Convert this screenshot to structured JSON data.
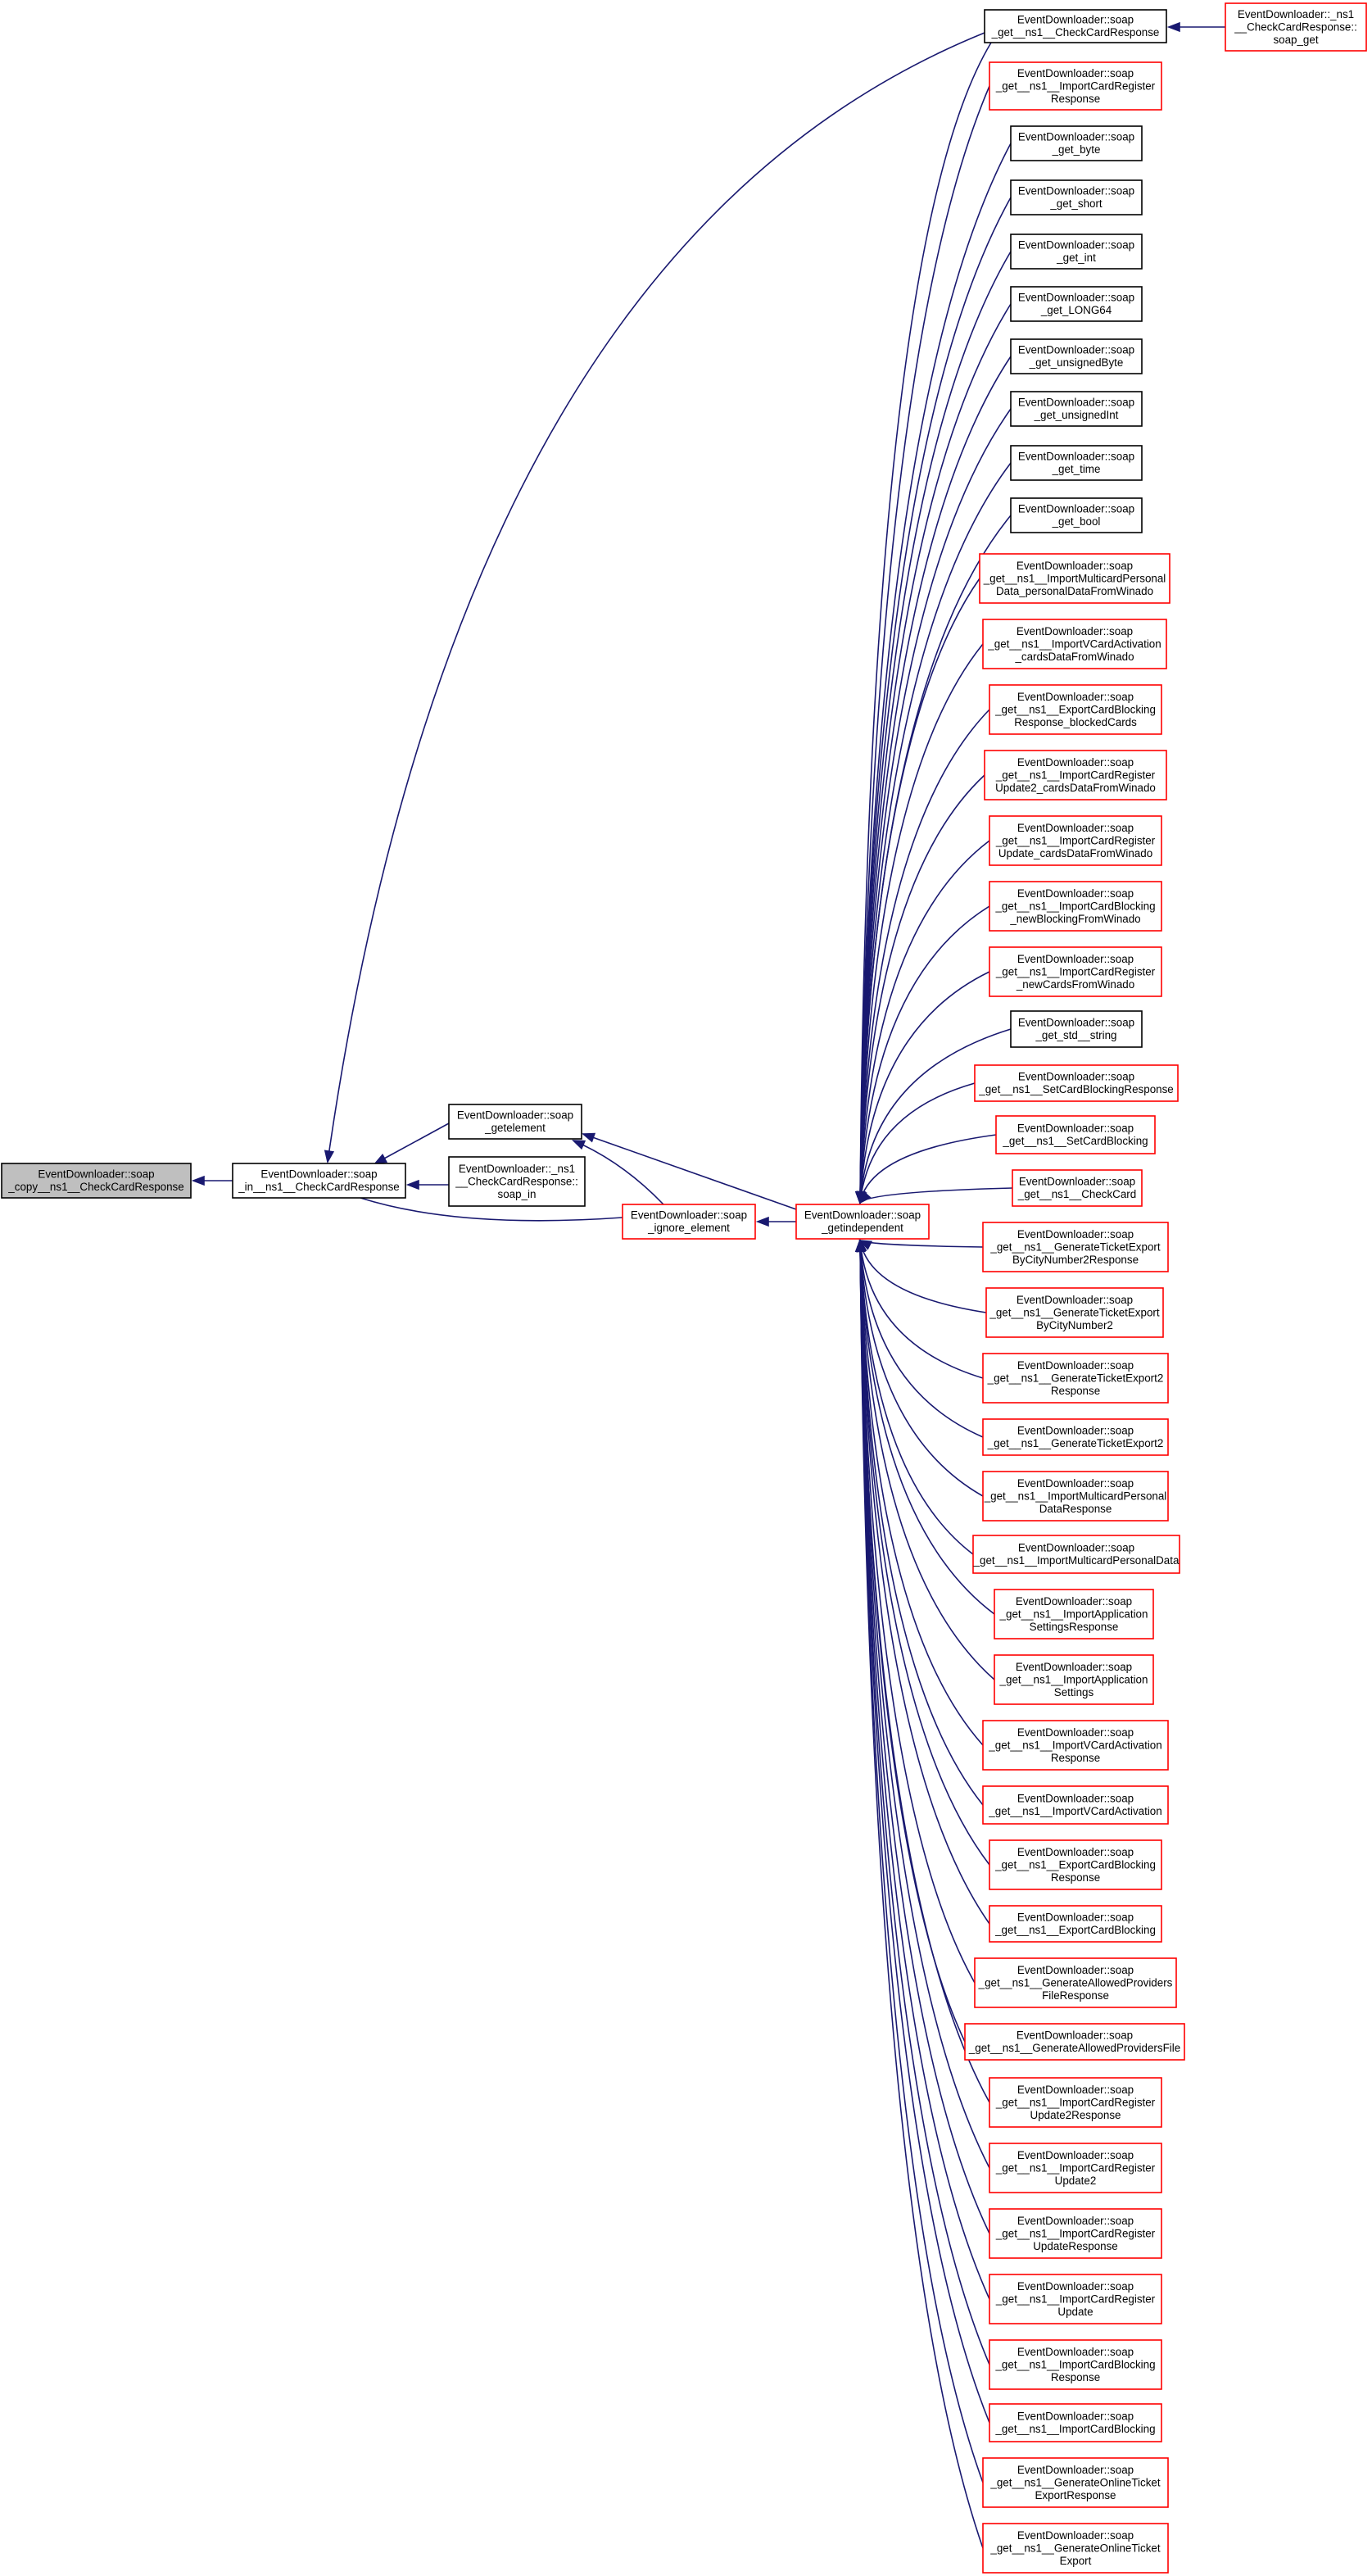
{
  "graph": {
    "colors": {
      "edge": "#191970",
      "border_plain": "#000000",
      "border_link": "#ff0000",
      "root_fill": "#bfbfbf",
      "node_fill": "#ffffff"
    },
    "nodes": [
      {
        "id": "root",
        "style": "root",
        "lines": [
          "EventDownloader::soap",
          "_copy__ns1__CheckCardResponse"
        ]
      },
      {
        "id": "soap_in_fn",
        "style": "plain",
        "lines": [
          "EventDownloader::soap",
          "_in__ns1__CheckCardResponse"
        ]
      },
      {
        "id": "getelement",
        "style": "plain",
        "lines": [
          "EventDownloader::soap",
          "_getelement"
        ]
      },
      {
        "id": "cls_soap_in",
        "style": "plain",
        "lines": [
          "EventDownloader::_ns1",
          "__CheckCardResponse::",
          "soap_in"
        ]
      },
      {
        "id": "ignore",
        "style": "link",
        "lines": [
          "EventDownloader::soap",
          "_ignore_element"
        ]
      },
      {
        "id": "getindep",
        "style": "link",
        "lines": [
          "EventDownloader::soap",
          "_getindependent"
        ]
      },
      {
        "id": "get_check_resp",
        "style": "plain",
        "lines": [
          "EventDownloader::soap",
          "_get__ns1__CheckCardResponse"
        ]
      },
      {
        "id": "cls_soap_get",
        "style": "link",
        "lines": [
          "EventDownloader::_ns1",
          "__CheckCardResponse::",
          "soap_get"
        ]
      },
      {
        "id": "r1",
        "style": "link",
        "lines": [
          "EventDownloader::soap",
          "_get__ns1__ImportCardRegister",
          "Response"
        ]
      },
      {
        "id": "r2",
        "style": "plain",
        "lines": [
          "EventDownloader::soap",
          "_get_byte"
        ]
      },
      {
        "id": "r3",
        "style": "plain",
        "lines": [
          "EventDownloader::soap",
          "_get_short"
        ]
      },
      {
        "id": "r4",
        "style": "plain",
        "lines": [
          "EventDownloader::soap",
          "_get_int"
        ]
      },
      {
        "id": "r5",
        "style": "plain",
        "lines": [
          "EventDownloader::soap",
          "_get_LONG64"
        ]
      },
      {
        "id": "r6",
        "style": "plain",
        "lines": [
          "EventDownloader::soap",
          "_get_unsignedByte"
        ]
      },
      {
        "id": "r7",
        "style": "plain",
        "lines": [
          "EventDownloader::soap",
          "_get_unsignedInt"
        ]
      },
      {
        "id": "r8",
        "style": "plain",
        "lines": [
          "EventDownloader::soap",
          "_get_time"
        ]
      },
      {
        "id": "r9",
        "style": "plain",
        "lines": [
          "EventDownloader::soap",
          "_get_bool"
        ]
      },
      {
        "id": "r10",
        "style": "link",
        "lines": [
          "EventDownloader::soap",
          "_get__ns1__ImportMulticardPersonal",
          "Data_personalDataFromWinado"
        ]
      },
      {
        "id": "r11",
        "style": "link",
        "lines": [
          "EventDownloader::soap",
          "_get__ns1__ImportVCardActivation",
          "_cardsDataFromWinado"
        ]
      },
      {
        "id": "r12",
        "style": "link",
        "lines": [
          "EventDownloader::soap",
          "_get__ns1__ExportCardBlocking",
          "Response_blockedCards"
        ]
      },
      {
        "id": "r13",
        "style": "link",
        "lines": [
          "EventDownloader::soap",
          "_get__ns1__ImportCardRegister",
          "Update2_cardsDataFromWinado"
        ]
      },
      {
        "id": "r14",
        "style": "link",
        "lines": [
          "EventDownloader::soap",
          "_get__ns1__ImportCardRegister",
          "Update_cardsDataFromWinado"
        ]
      },
      {
        "id": "r15",
        "style": "link",
        "lines": [
          "EventDownloader::soap",
          "_get__ns1__ImportCardBlocking",
          "_newBlockingFromWinado"
        ]
      },
      {
        "id": "r16",
        "style": "link",
        "lines": [
          "EventDownloader::soap",
          "_get__ns1__ImportCardRegister",
          "_newCardsFromWinado"
        ]
      },
      {
        "id": "r17",
        "style": "plain",
        "lines": [
          "EventDownloader::soap",
          "_get_std__string"
        ]
      },
      {
        "id": "r18",
        "style": "link",
        "lines": [
          "EventDownloader::soap",
          "_get__ns1__SetCardBlockingResponse"
        ]
      },
      {
        "id": "r19",
        "style": "link",
        "lines": [
          "EventDownloader::soap",
          "_get__ns1__SetCardBlocking"
        ]
      },
      {
        "id": "r20",
        "style": "link",
        "lines": [
          "EventDownloader::soap",
          "_get__ns1__CheckCard"
        ]
      },
      {
        "id": "r21",
        "style": "link",
        "lines": [
          "EventDownloader::soap",
          "_get__ns1__GenerateTicketExport",
          "ByCityNumber2Response"
        ]
      },
      {
        "id": "r22",
        "style": "link",
        "lines": [
          "EventDownloader::soap",
          "_get__ns1__GenerateTicketExport",
          "ByCityNumber2"
        ]
      },
      {
        "id": "r23",
        "style": "link",
        "lines": [
          "EventDownloader::soap",
          "_get__ns1__GenerateTicketExport2",
          "Response"
        ]
      },
      {
        "id": "r24",
        "style": "link",
        "lines": [
          "EventDownloader::soap",
          "_get__ns1__GenerateTicketExport2"
        ]
      },
      {
        "id": "r25",
        "style": "link",
        "lines": [
          "EventDownloader::soap",
          "_get__ns1__ImportMulticardPersonal",
          "DataResponse"
        ]
      },
      {
        "id": "r26",
        "style": "link",
        "lines": [
          "EventDownloader::soap",
          "_get__ns1__ImportMulticardPersonalData"
        ]
      },
      {
        "id": "r27",
        "style": "link",
        "lines": [
          "EventDownloader::soap",
          "_get__ns1__ImportApplication",
          "SettingsResponse"
        ]
      },
      {
        "id": "r28",
        "style": "link",
        "lines": [
          "EventDownloader::soap",
          "_get__ns1__ImportApplication",
          "Settings"
        ]
      },
      {
        "id": "r29",
        "style": "link",
        "lines": [
          "EventDownloader::soap",
          "_get__ns1__ImportVCardActivation",
          "Response"
        ]
      },
      {
        "id": "r30",
        "style": "link",
        "lines": [
          "EventDownloader::soap",
          "_get__ns1__ImportVCardActivation"
        ]
      },
      {
        "id": "r31",
        "style": "link",
        "lines": [
          "EventDownloader::soap",
          "_get__ns1__ExportCardBlocking",
          "Response"
        ]
      },
      {
        "id": "r32",
        "style": "link",
        "lines": [
          "EventDownloader::soap",
          "_get__ns1__ExportCardBlocking"
        ]
      },
      {
        "id": "r33",
        "style": "link",
        "lines": [
          "EventDownloader::soap",
          "_get__ns1__GenerateAllowedProviders",
          "FileResponse"
        ]
      },
      {
        "id": "r34",
        "style": "link",
        "lines": [
          "EventDownloader::soap",
          "_get__ns1__GenerateAllowedProvidersFile"
        ]
      },
      {
        "id": "r35",
        "style": "link",
        "lines": [
          "EventDownloader::soap",
          "_get__ns1__ImportCardRegister",
          "Update2Response"
        ]
      },
      {
        "id": "r36",
        "style": "link",
        "lines": [
          "EventDownloader::soap",
          "_get__ns1__ImportCardRegister",
          "Update2"
        ]
      },
      {
        "id": "r37",
        "style": "link",
        "lines": [
          "EventDownloader::soap",
          "_get__ns1__ImportCardRegister",
          "UpdateResponse"
        ]
      },
      {
        "id": "r38",
        "style": "link",
        "lines": [
          "EventDownloader::soap",
          "_get__ns1__ImportCardRegister",
          "Update"
        ]
      },
      {
        "id": "r39",
        "style": "link",
        "lines": [
          "EventDownloader::soap",
          "_get__ns1__ImportCardBlocking",
          "Response"
        ]
      },
      {
        "id": "r40",
        "style": "link",
        "lines": [
          "EventDownloader::soap",
          "_get__ns1__ImportCardBlocking"
        ]
      },
      {
        "id": "r41",
        "style": "link",
        "lines": [
          "EventDownloader::soap",
          "_get__ns1__GenerateOnlineTicket",
          "ExportResponse"
        ]
      },
      {
        "id": "r42",
        "style": "link",
        "lines": [
          "EventDownloader::soap",
          "_get__ns1__GenerateOnlineTicket",
          "Export"
        ]
      }
    ],
    "edges": [
      {
        "from": "soap_in_fn",
        "to": "root"
      },
      {
        "from": "getelement",
        "to": "soap_in_fn"
      },
      {
        "from": "cls_soap_in",
        "to": "soap_in_fn"
      },
      {
        "from": "ignore",
        "to": "getelement"
      },
      {
        "from": "getindep",
        "to": "getelement"
      },
      {
        "from": "getindep",
        "to": "ignore"
      },
      {
        "from": "get_check_resp",
        "to": "soap_in_fn"
      },
      {
        "from": "cls_soap_get",
        "to": "get_check_resp"
      },
      {
        "from": "get_check_resp",
        "to": "getindep"
      },
      {
        "from": "r1",
        "to": "getindep"
      },
      {
        "from": "r2",
        "to": "getindep"
      },
      {
        "from": "r3",
        "to": "getindep"
      },
      {
        "from": "r4",
        "to": "getindep"
      },
      {
        "from": "r5",
        "to": "getindep"
      },
      {
        "from": "r6",
        "to": "getindep"
      },
      {
        "from": "r7",
        "to": "getindep"
      },
      {
        "from": "r8",
        "to": "getindep"
      },
      {
        "from": "r9",
        "to": "getindep"
      },
      {
        "from": "r10",
        "to": "getindep"
      },
      {
        "from": "r11",
        "to": "getindep"
      },
      {
        "from": "r12",
        "to": "getindep"
      },
      {
        "from": "r13",
        "to": "getindep"
      },
      {
        "from": "r14",
        "to": "getindep"
      },
      {
        "from": "r15",
        "to": "getindep"
      },
      {
        "from": "r16",
        "to": "getindep"
      },
      {
        "from": "r17",
        "to": "getindep"
      },
      {
        "from": "r18",
        "to": "getindep"
      },
      {
        "from": "r19",
        "to": "getindep"
      },
      {
        "from": "r20",
        "to": "getindep"
      },
      {
        "from": "r21",
        "to": "getindep"
      },
      {
        "from": "r22",
        "to": "getindep"
      },
      {
        "from": "r23",
        "to": "getindep"
      },
      {
        "from": "r24",
        "to": "getindep"
      },
      {
        "from": "r25",
        "to": "getindep"
      },
      {
        "from": "r26",
        "to": "getindep"
      },
      {
        "from": "r27",
        "to": "getindep"
      },
      {
        "from": "r28",
        "to": "getindep"
      },
      {
        "from": "r29",
        "to": "getindep"
      },
      {
        "from": "r30",
        "to": "getindep"
      },
      {
        "from": "r31",
        "to": "getindep"
      },
      {
        "from": "r32",
        "to": "getindep"
      },
      {
        "from": "r33",
        "to": "getindep"
      },
      {
        "from": "r34",
        "to": "getindep"
      },
      {
        "from": "r35",
        "to": "getindep"
      },
      {
        "from": "r36",
        "to": "getindep"
      },
      {
        "from": "r37",
        "to": "getindep"
      },
      {
        "from": "r38",
        "to": "getindep"
      },
      {
        "from": "r39",
        "to": "getindep"
      },
      {
        "from": "r40",
        "to": "getindep"
      },
      {
        "from": "r41",
        "to": "getindep"
      },
      {
        "from": "r42",
        "to": "getindep"
      }
    ]
  }
}
